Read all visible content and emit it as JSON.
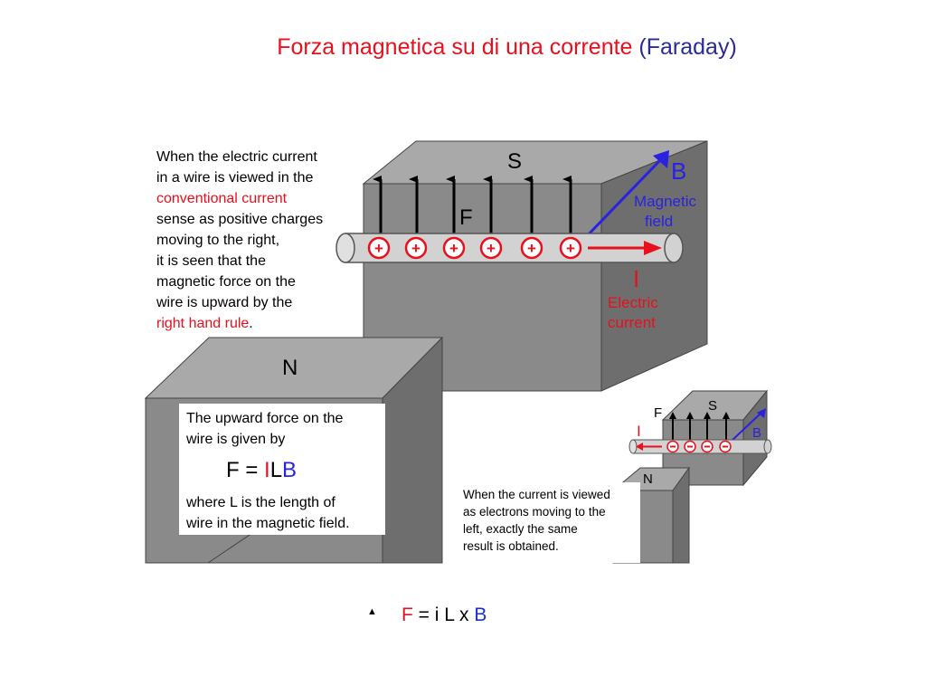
{
  "title": {
    "part1": "Forza magnetica su di una corrente",
    "part2": "(Faraday)"
  },
  "main": {
    "pole_s": "S",
    "pole_n": "N",
    "force_label": "F",
    "b_label": "B",
    "b_caption": [
      "Magnetic",
      "field"
    ],
    "i_label": "I",
    "i_caption": [
      "Electric",
      "current"
    ],
    "description": {
      "line1": "When the electric current",
      "line2": "in a wire is viewed in the",
      "line3": "conventional current",
      "line4": "sense as positive charges",
      "line5": "moving to the right,",
      "line6": "it is seen that the",
      "line7": "magnetic force on the",
      "line8": "wire is upward by the",
      "line9a": "right hand rule",
      "line9b": "."
    },
    "force_box": {
      "line1": "The upward force on the",
      "line2": "wire is given by",
      "eq_F": "F = ",
      "eq_I": "I",
      "eq_L": "L",
      "eq_B": "B",
      "line3": "where L is the length of",
      "line4": "wire in the magnetic field."
    },
    "colors": {
      "magnet": "#8a8a8a",
      "red": "#e8101c",
      "blue": "#2a22e0"
    }
  },
  "inset": {
    "pole_s": "S",
    "pole_n": "N",
    "force_label": "F",
    "i_label": "I",
    "b_label": "B",
    "caption": {
      "line1": "When the current is viewed",
      "line2": "as electrons moving to the",
      "line3": "left, exactly the same",
      "line4": "result is obtained."
    }
  },
  "formula": {
    "bullet": "▲",
    "F": "F",
    "middle": " = i L x ",
    "B": "B"
  }
}
